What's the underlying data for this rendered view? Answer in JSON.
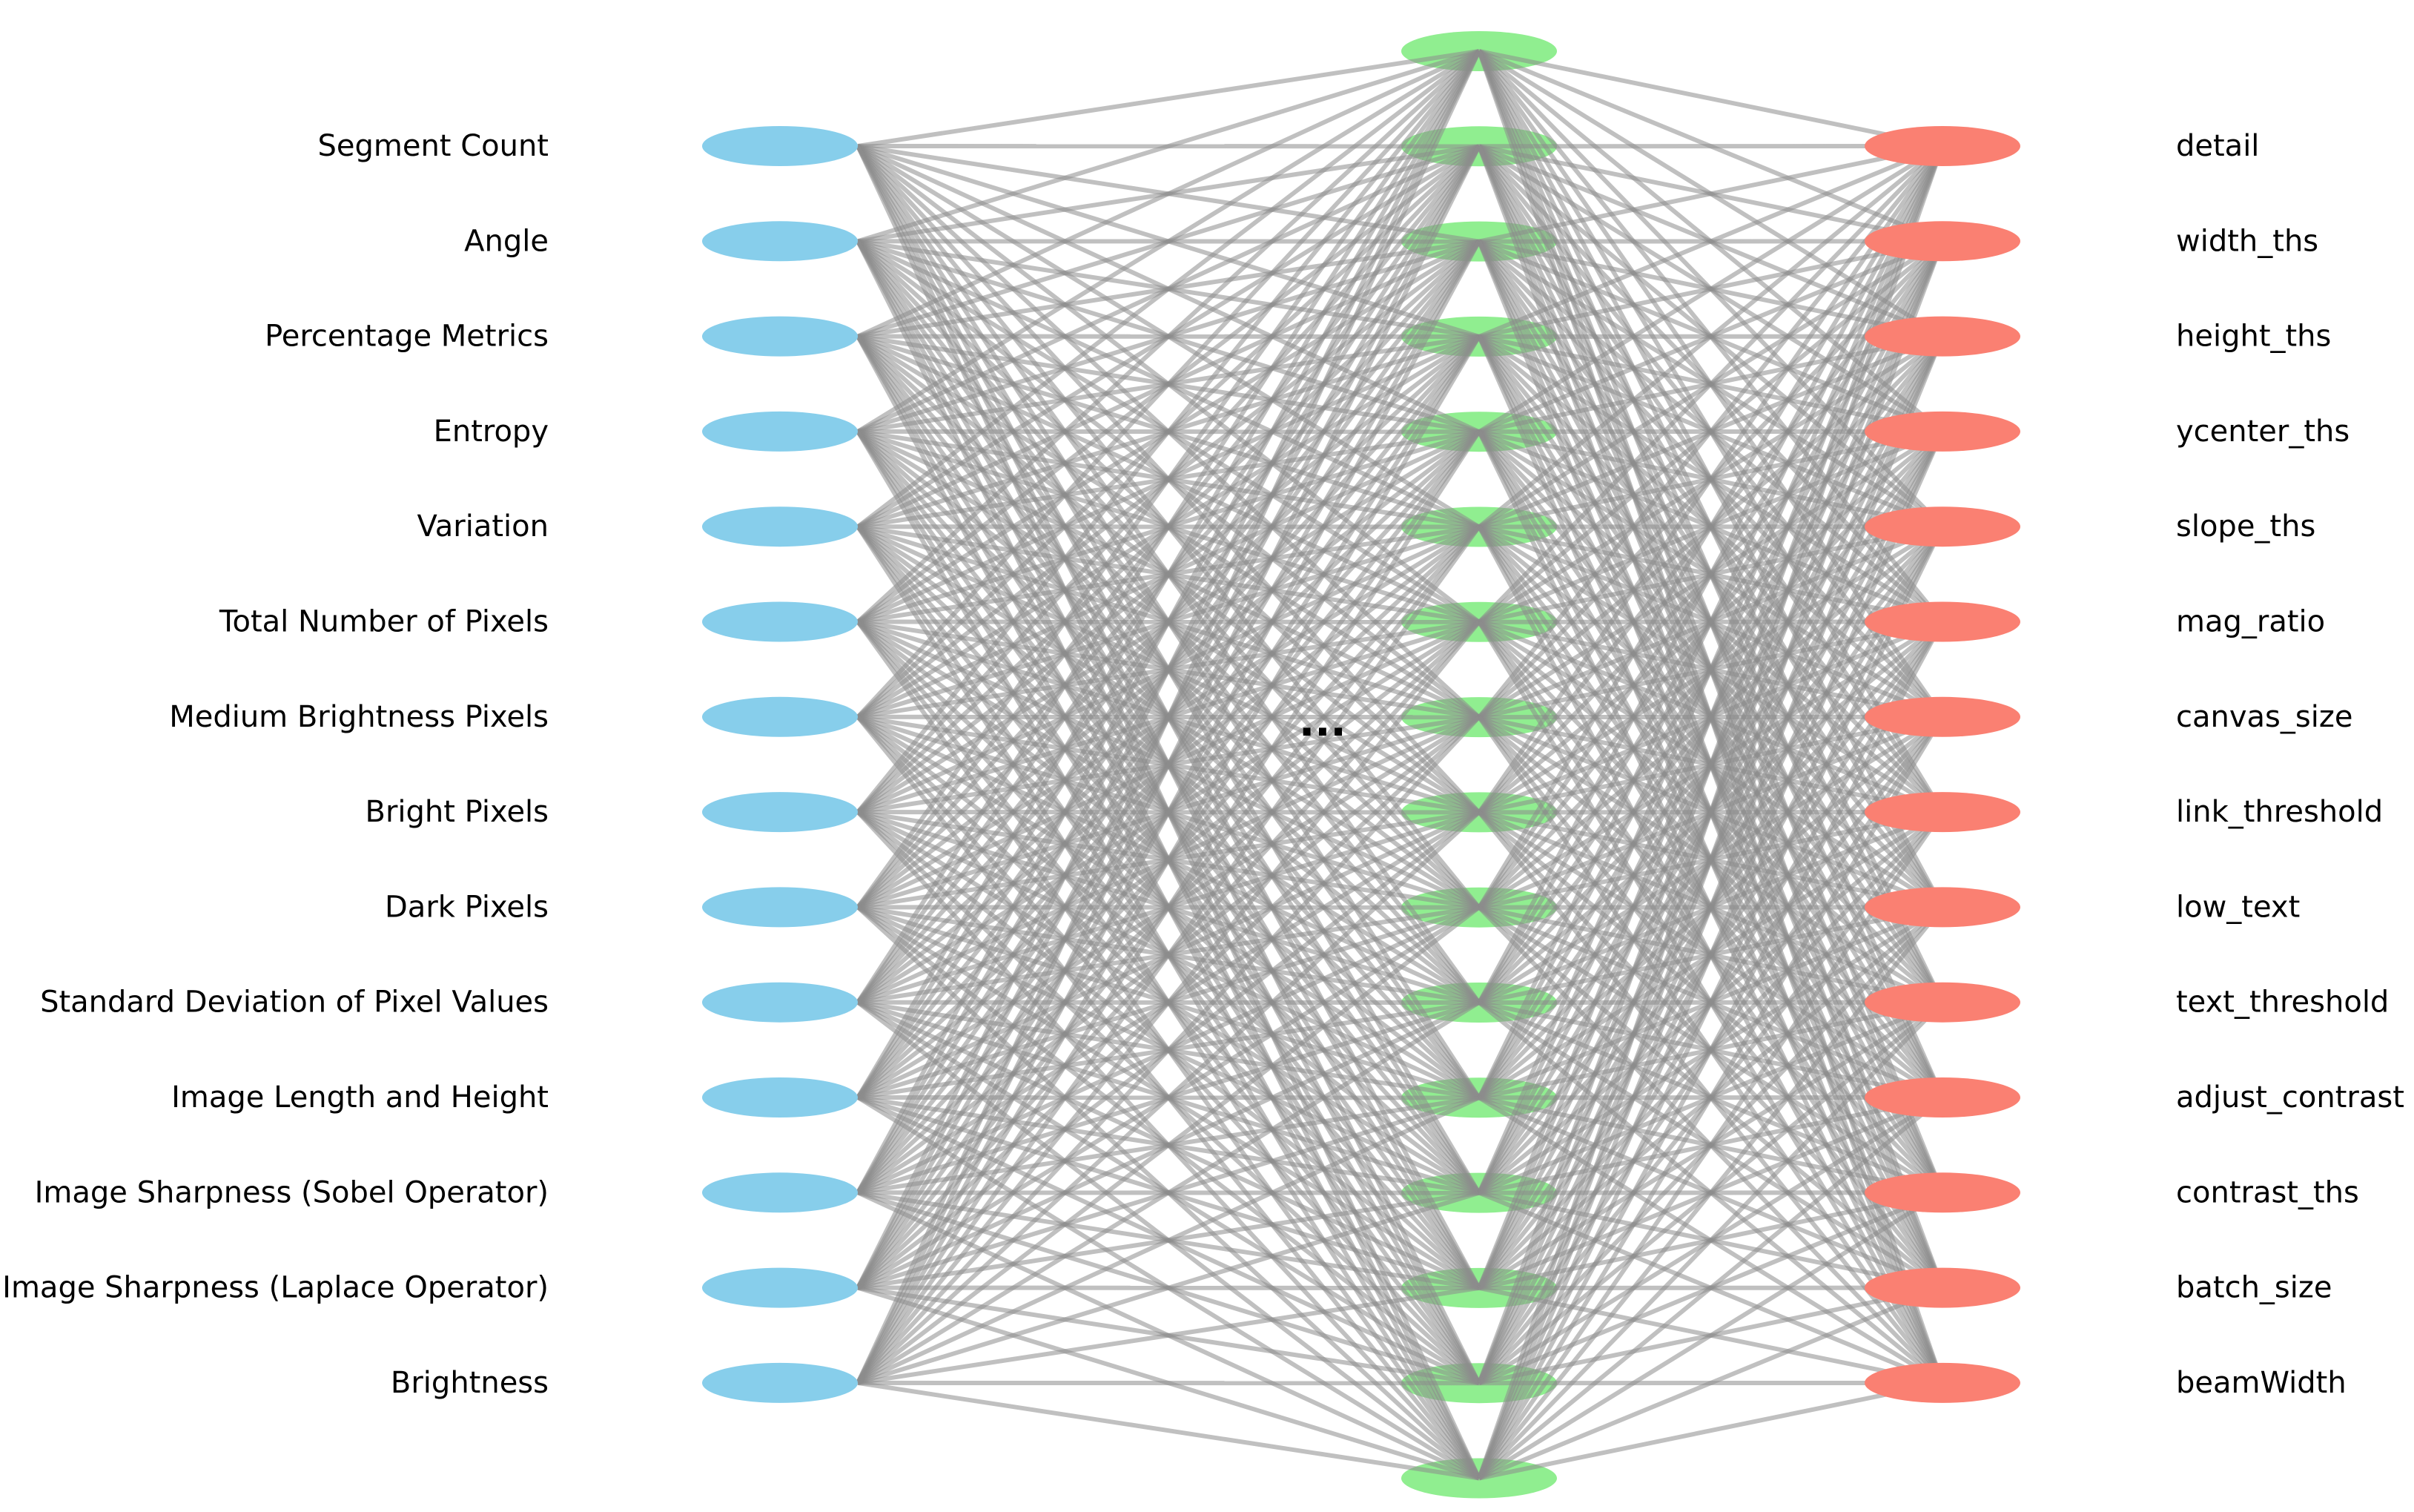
{
  "network": {
    "colors": {
      "input": "#87ceeb",
      "hidden": "#90ee90",
      "output": "#fa8072",
      "edge": "#8c8c8c"
    },
    "input_labels": [
      "Segment Count",
      "Angle",
      "Percentage Metrics",
      "Entropy",
      "Variation",
      "Total Number of Pixels",
      "Medium Brightness Pixels",
      "Bright Pixels",
      "Dark Pixels",
      "Standard Deviation of Pixel Values",
      "Image Length and Height",
      "Image Sharpness (Sobel Operator)",
      "Image Sharpness (Laplace Operator)",
      "Brightness"
    ],
    "output_labels": [
      "detail",
      "width_ths",
      "height_ths",
      "ycenter_ths",
      "slope_ths",
      "mag_ratio",
      "canvas_size",
      "link_threshold",
      "low_text",
      "text_threshold",
      "adjust_contrast",
      "contrast_ths",
      "batch_size",
      "beamWidth"
    ],
    "hidden_node_count": 16,
    "ellipsis": "..."
  }
}
